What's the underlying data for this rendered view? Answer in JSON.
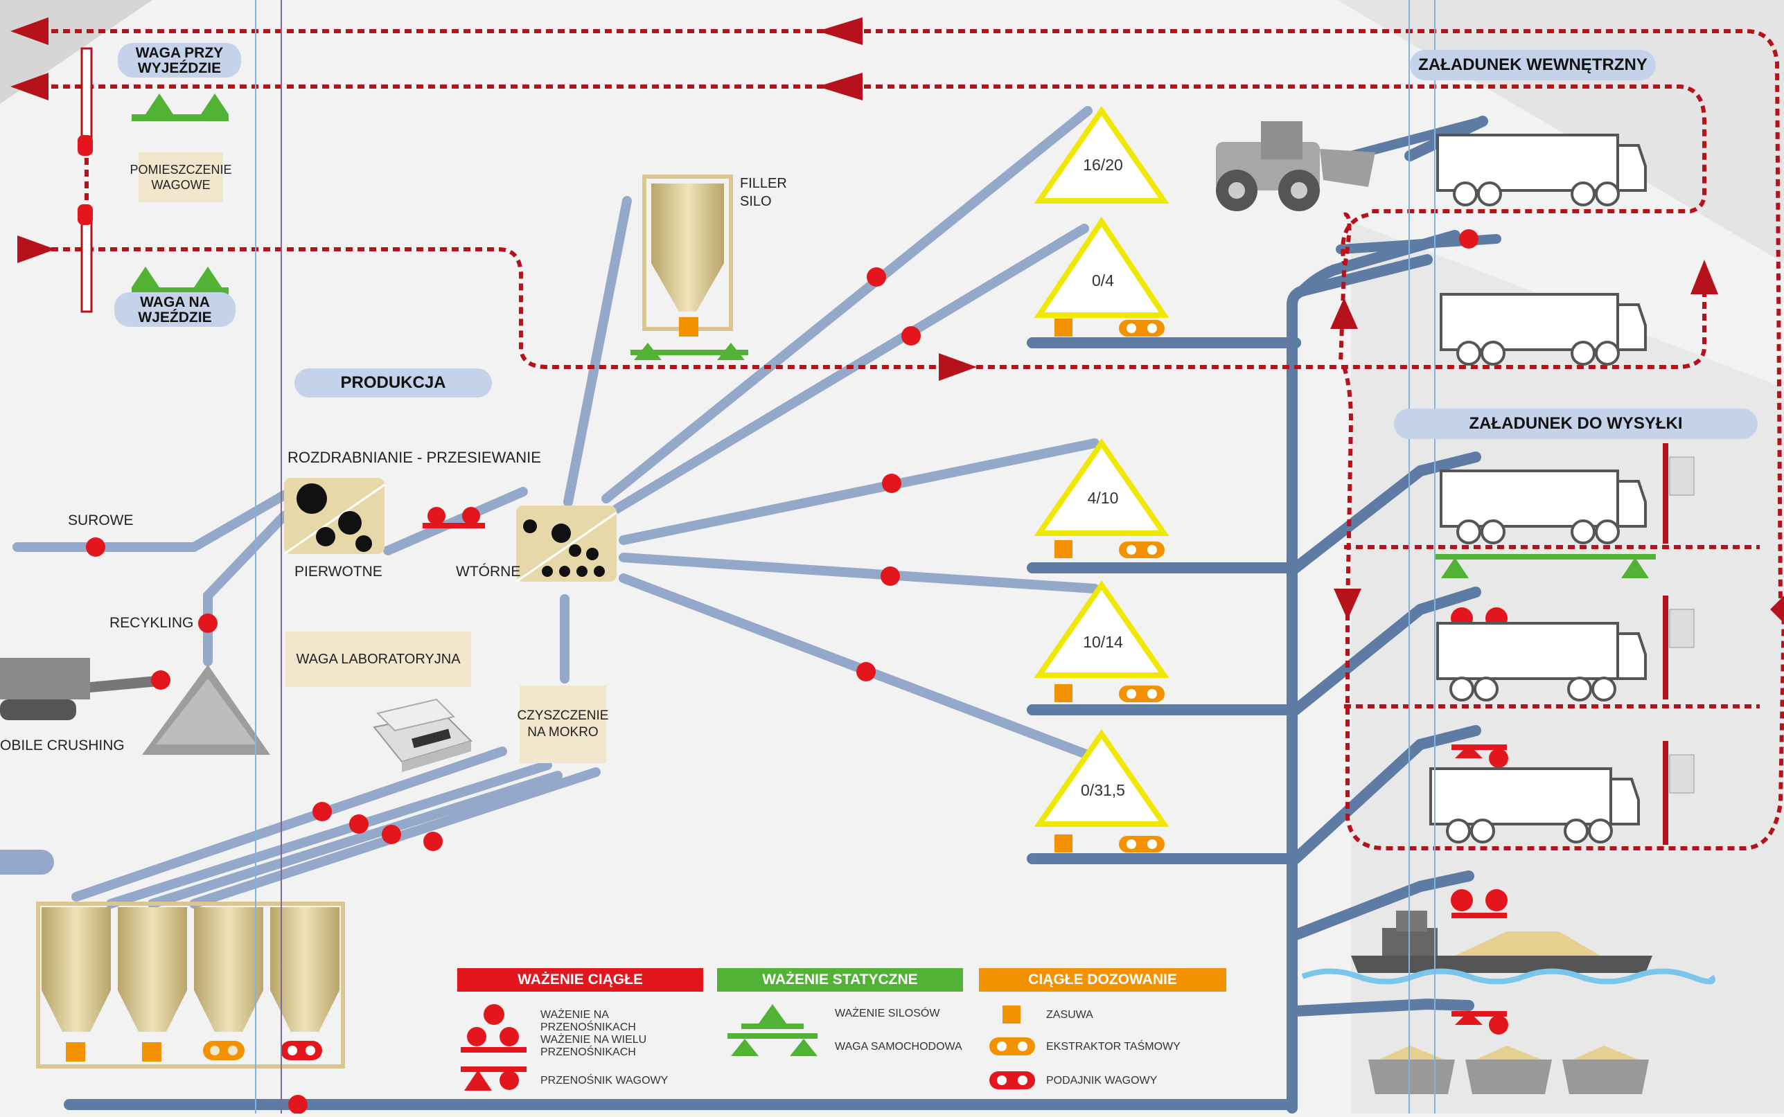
{
  "title_badges": {
    "weigh_exit": "WAGA PRZY WYJEŹDZIE",
    "weigh_entry": "WAGA NA WJEŹDZIE",
    "weigh_room": "POMIESZCZENIE WAGOWE",
    "production": "PRODUKCJA",
    "internal_loading": "ZAŁADUNEK WEWNĘTRZNY",
    "shipping_loading": "ZAŁADUNEK DO WYSYŁKI"
  },
  "process": {
    "crushing_screening": "ROZDRABNIANIE - PRZESIEWANIE",
    "raw": "SUROWE",
    "recycling": "RECYKLING",
    "mobile_crushing": "OBILE CRUSHING",
    "primary": "PIERWOTNE",
    "secondary": "WTÓRNE",
    "lab_scale": "WAGA LABORATORYJNA",
    "wet_cleaning": "CZYSZCZENIE NA MOKRO",
    "filler_silo": "FILLER SILO"
  },
  "fractions": [
    "16/20",
    "0/4",
    "4/10",
    "10/14",
    "0/31,5"
  ],
  "legend": {
    "continuous": {
      "header": "WAŻENIE CIĄGŁE",
      "color": "#e3161d",
      "items": [
        "WAŻENIE NA PRZENOŚNIKACH",
        "WAŻENIE NA WIELU PRZENOŚNIKACH",
        "PRZENOŚNIK WAGOWY"
      ]
    },
    "static": {
      "header": "WAŻENIE STATYCZNE",
      "color": "#52b236",
      "items": [
        "WAŻENIE SILOSÓW",
        "WAGA SAMOCHODOWA"
      ]
    },
    "dosing": {
      "header": "CIĄGŁE DOZOWANIE",
      "color": "#f39200",
      "items": [
        "ZASUWA",
        "EKSTRAKTOR TAŚMOWY",
        "PODAJNIK WAGOWY"
      ]
    }
  },
  "colors": {
    "conveyor": "#94a9c9",
    "conveyor_dark": "#5e7ba3",
    "route": "#b5121b",
    "red": "#e3161d",
    "green": "#52b236",
    "orange": "#f39200",
    "triangle": "#f0e800",
    "silo": "#d9c78f"
  }
}
